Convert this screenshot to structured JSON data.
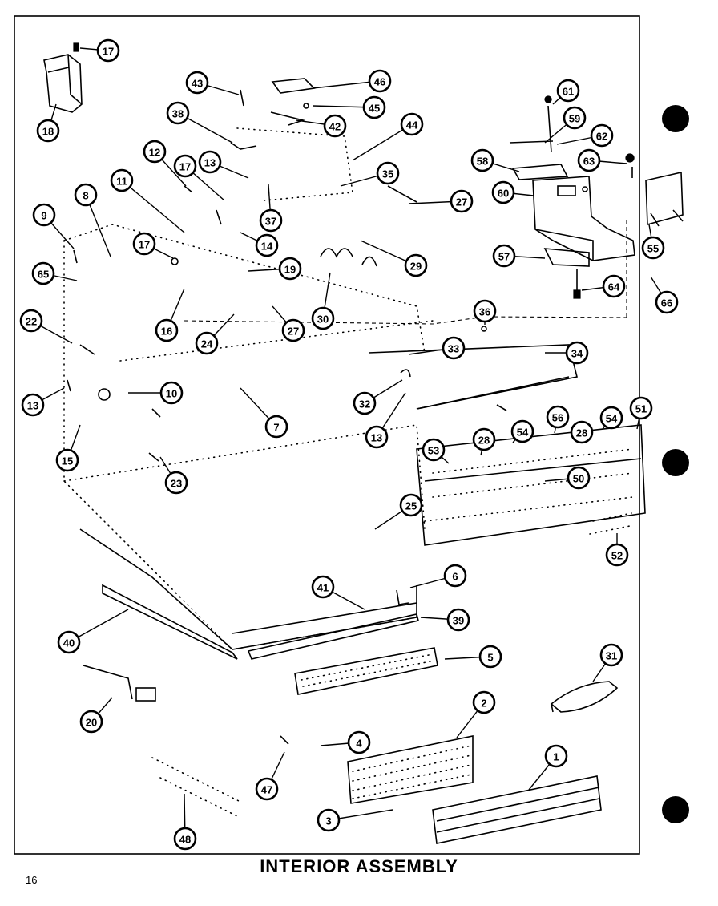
{
  "title": "INTERIOR ASSEMBLY",
  "page_number": "16",
  "callouts": [
    "17",
    "18",
    "43",
    "46",
    "45",
    "38",
    "42",
    "44",
    "61",
    "59",
    "62",
    "12",
    "17",
    "13",
    "35",
    "58",
    "63",
    "27",
    "60",
    "11",
    "8",
    "9",
    "37",
    "55",
    "14",
    "17",
    "65",
    "19",
    "29",
    "57",
    "64",
    "66",
    "16",
    "27",
    "30",
    "36",
    "24",
    "22",
    "33",
    "34",
    "13",
    "10",
    "7",
    "32",
    "13",
    "51",
    "15",
    "56",
    "28",
    "54",
    "53",
    "28",
    "54",
    "23",
    "50",
    "25",
    "52",
    "6",
    "41",
    "39",
    "40",
    "5",
    "31",
    "20",
    "2",
    "4",
    "1",
    "47",
    "3",
    "48"
  ]
}
